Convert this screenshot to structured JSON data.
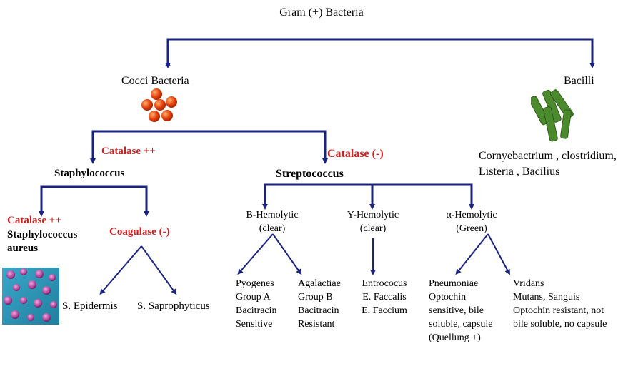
{
  "title": "Gram (+)  Bacteria",
  "cocci": {
    "label": "Cocci Bacteria",
    "icon": "cocci-cluster-icon"
  },
  "bacilli": {
    "label": "Bacilli",
    "icon": "rod-bacteria-icon",
    "examples": "Cornyebactrium , clostridium,\nListeria , Bacilius"
  },
  "staph": {
    "test": "Catalase ++",
    "name": "Staphylococcus",
    "aureus": {
      "test": "Catalase ++",
      "name": "Staphylococcus\naureus",
      "image": "staph-aureus-micrograph"
    },
    "coagulase_neg": {
      "test": "Coagulase (-)",
      "children": [
        "S. Epidermis",
        "S. Saprophyticus"
      ]
    }
  },
  "strep": {
    "test": "Catalase (-)",
    "name": "Streptococcus",
    "beta": {
      "label": "B-Hemolytic\n(clear)",
      "children": [
        "Pyogenes\nGroup A\nBacitracin\nSensitive",
        "Agalactiae\nGroup B\nBacitracin\nResistant"
      ]
    },
    "gamma": {
      "label": "Y-Hemolytic\n(clear)",
      "children": [
        "Entrococus\nE. Faccalis\nE. Faccium"
      ]
    },
    "alpha": {
      "label": "α-Hemolytic\n(Green)",
      "children": [
        "Pneumoniae\nOptochin\nsensitive, bile\nsoluble, capsule\n(Quellung +)",
        "Vridans\nMutans, Sanguis\nOptochin resistant, not\nbile soluble, no capsule"
      ]
    }
  },
  "colors": {
    "line": "#1a237e",
    "accent": "#d21f1f",
    "cocci": "#e8430d",
    "bacilli": "#3f7a25"
  }
}
